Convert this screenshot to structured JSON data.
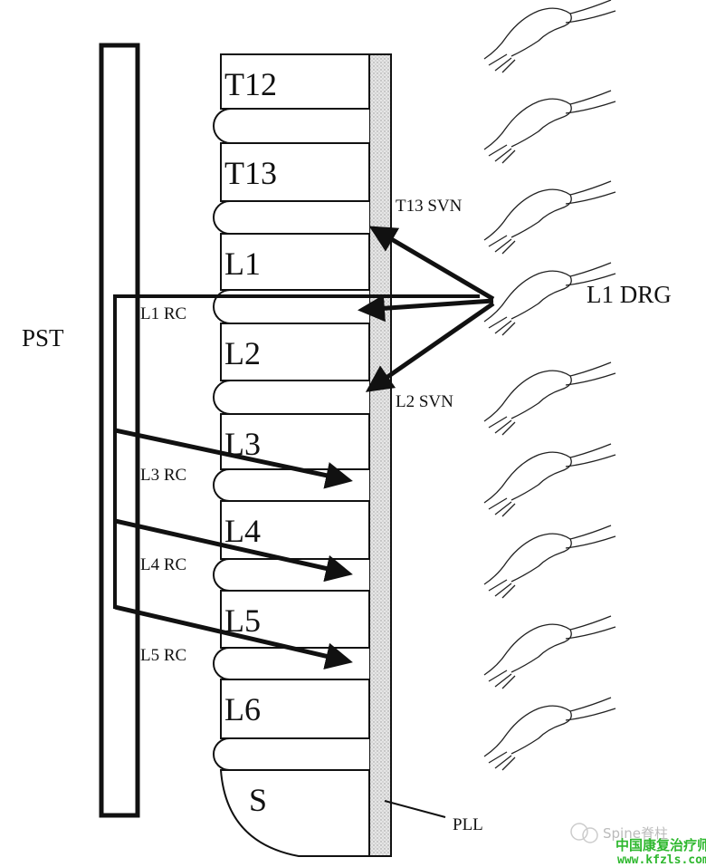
{
  "labels": {
    "pst": "PST",
    "l1_drg": "L1 DRG",
    "t13_svn": "T13 SVN",
    "l2_svn": "L2 SVN",
    "l1_rc": "L1 RC",
    "l3_rc": "L3 RC",
    "l4_rc": "L4 RC",
    "l5_rc": "L5 RC",
    "pll": "PLL"
  },
  "vertebrae": [
    "T12",
    "T13",
    "L1",
    "L2",
    "L3",
    "L4",
    "L5",
    "L6",
    "S"
  ],
  "watermark": {
    "source": "Spine脊柱",
    "site_name": "中国康复治疗师",
    "url": "www.kfzls.com"
  },
  "colors": {
    "ink": "#111111",
    "pll_fill": "#d8d8d8",
    "watermark_green": "#2fb82f"
  }
}
